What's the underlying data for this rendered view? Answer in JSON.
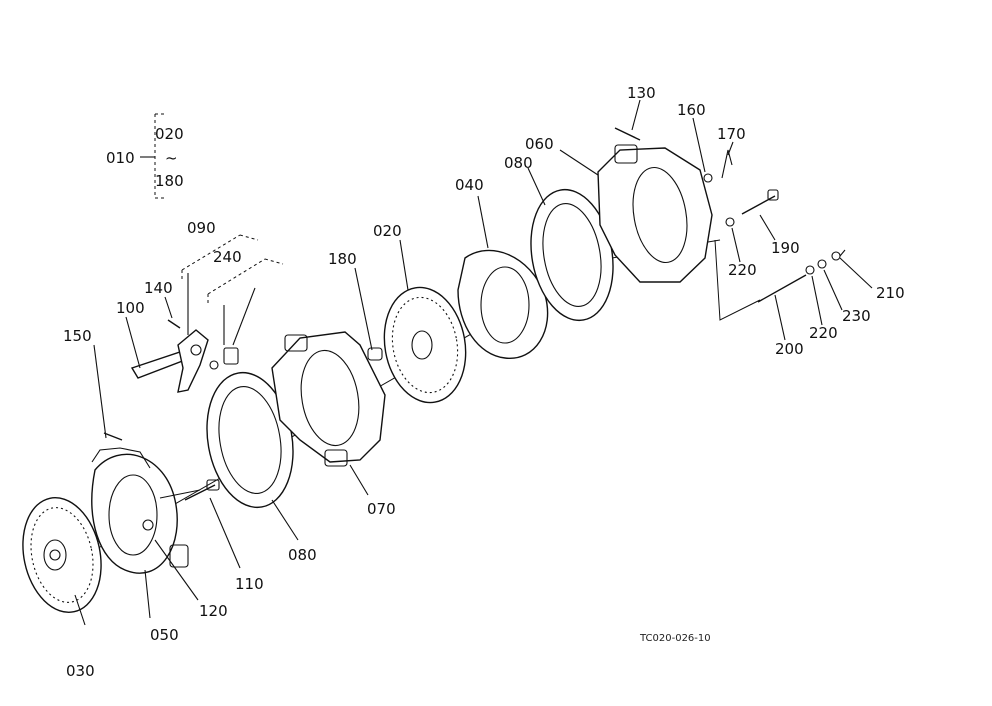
{
  "diagram": {
    "drawing_code": "TC020-026-10",
    "assembly": {
      "id": "010",
      "range_start": "020",
      "range_tilde": "~",
      "range_end": "180"
    },
    "parts": {
      "p020": "020",
      "p030": "030",
      "p040": "040",
      "p050": "050",
      "p060": "060",
      "p070": "070",
      "p080a": "080",
      "p080b": "080",
      "p090": "090",
      "p100": "100",
      "p110": "110",
      "p120": "120",
      "p130": "130",
      "p140": "140",
      "p150": "150",
      "p160": "160",
      "p170": "170",
      "p180": "180",
      "p190": "190",
      "p200": "200",
      "p210": "210",
      "p220a": "220",
      "p220b": "220",
      "p230": "230",
      "p240": "240"
    }
  }
}
